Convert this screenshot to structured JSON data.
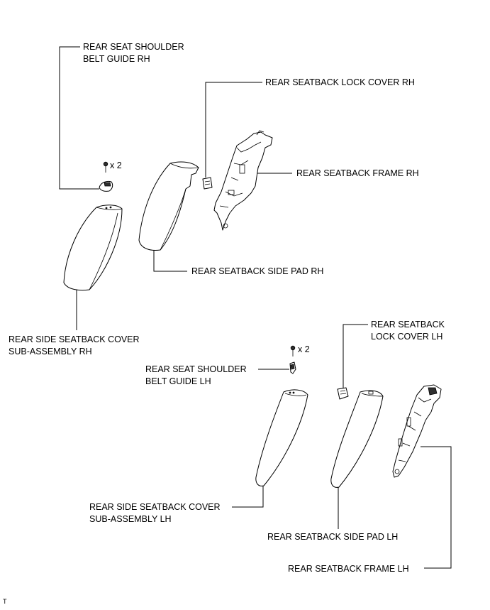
{
  "labels": {
    "belt_guide_rh": [
      "REAR SEAT SHOULDER",
      "BELT GUIDE RH"
    ],
    "lock_cover_rh": "REAR SEATBACK LOCK COVER RH",
    "frame_rh": "REAR SEATBACK FRAME RH",
    "side_pad_rh": "REAR SEATBACK SIDE PAD RH",
    "cover_rh": [
      "REAR SIDE SEATBACK COVER",
      "SUB-ASSEMBLY RH"
    ],
    "lock_cover_lh": [
      "REAR SEATBACK",
      "LOCK COVER LH"
    ],
    "belt_guide_lh": [
      "REAR SEAT SHOULDER",
      "BELT GUIDE LH"
    ],
    "cover_lh": [
      "REAR SIDE SEATBACK COVER",
      "SUB-ASSEMBLY LH"
    ],
    "side_pad_lh": "REAR SEATBACK SIDE PAD LH",
    "frame_lh": "REAR SEATBACK FRAME LH"
  },
  "screw_count_rh": "x 2",
  "screw_count_lh": "x 2",
  "footer_mark": "T"
}
